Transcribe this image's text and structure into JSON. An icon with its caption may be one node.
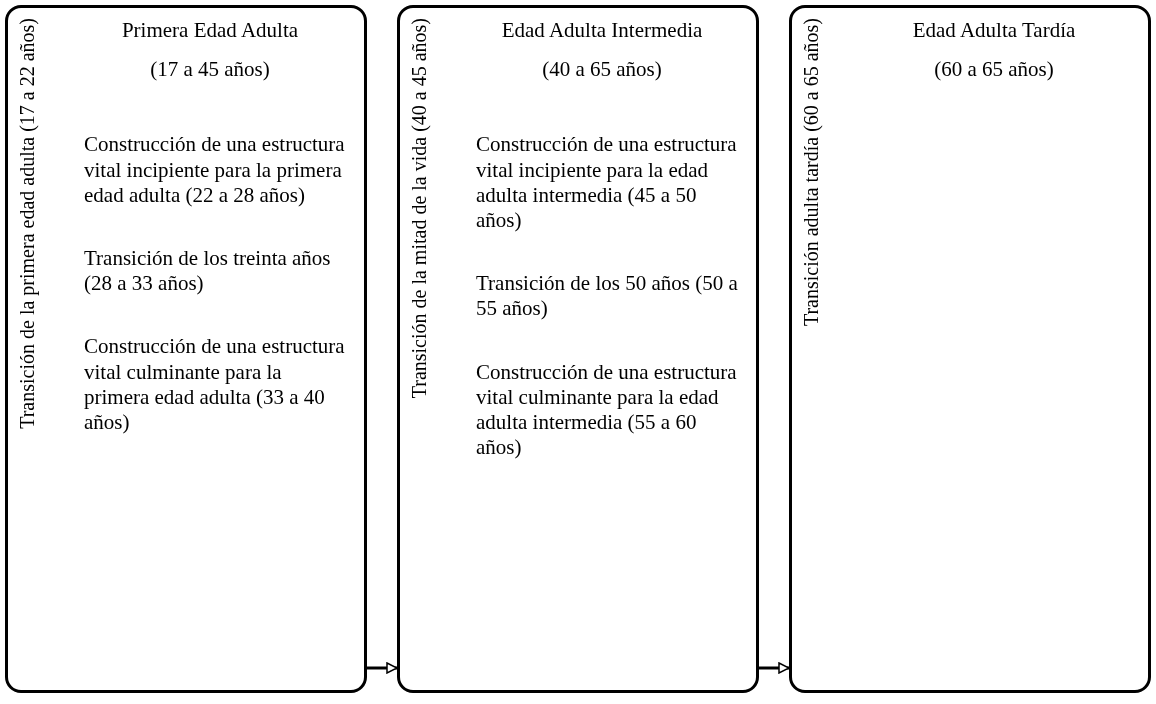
{
  "diagram": {
    "nodes": [
      {
        "text": [
          "Transición de la primera edad adulta (17 a 22 años)",
          "Primera Edad Adulta",
          "(17 a 45 años)",
          "Construcción de una estructura vital incipiente para la primera edad adulta (22 a 28 años)",
          "Transición de los treinta años (28 a 33 años)",
          "Construcción de una estructura vital culminante para la primera edad adulta (33 a 40 años)"
        ]
      },
      {
        "text": [
          "Transición de la mitad de la vida (40 a 45 años)",
          "Edad Adulta Intermedia",
          "(40 a 65 años)",
          "Construcción de una estructura vital incipiente para la edad adulta intermedia (45 a 50 años)",
          "Transición de los 50 años (50 a 55 años)",
          "Construcción de una estructura vital culminante para la edad adulta intermedia (55 a 60 años)"
        ]
      },
      {
        "text": [
          "Transición adulta tardía (60 a 65 años)",
          "Edad Adulta Tardía",
          "(60 a 65 años)"
        ]
      }
    ],
    "edges": [
      {
        "from": 0,
        "to": 1,
        "arrow": "to"
      },
      {
        "from": 1,
        "to": 2,
        "arrow": "to"
      }
    ]
  }
}
